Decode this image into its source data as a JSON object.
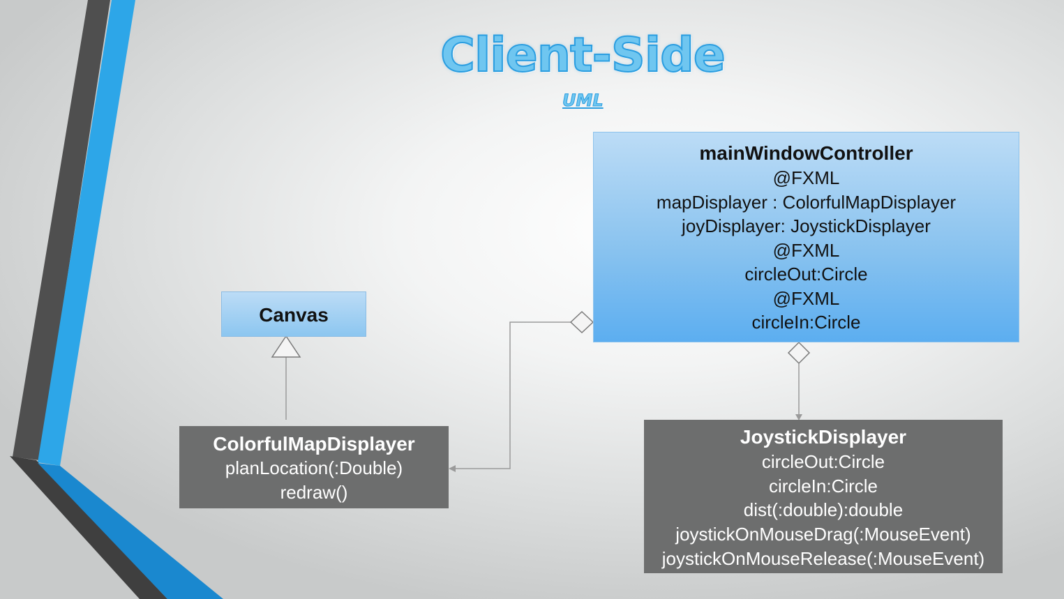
{
  "slide": {
    "title": "Client-Side",
    "subtitle": "UML"
  },
  "colors": {
    "accent_blue": "#2a9de0",
    "bar_dark": "#4a4a4a",
    "class_light_blue": "#8ac3ef",
    "class_dark_gray": "#6d6e6e"
  },
  "classes": {
    "canvas": {
      "name": "Canvas"
    },
    "main_window_controller": {
      "name": "mainWindowController",
      "lines": [
        "@FXML",
        "mapDisplayer : ColorfulMapDisplayer",
        "joyDisplayer: JoystickDisplayer",
        "@FXML",
        "circleOut:Circle",
        "@FXML",
        "circleIn:Circle"
      ]
    },
    "colorful_map_displayer": {
      "name": "ColorfulMapDisplayer",
      "lines": [
        "planLocation(:Double)",
        "redraw()"
      ]
    },
    "joystick_displayer": {
      "name": "JoystickDisplayer",
      "lines": [
        "circleOut:Circle",
        "circleIn:Circle",
        "dist(:double):double",
        "joystickOnMouseDrag(:MouseEvent)",
        "joystickOnMouseRelease(:MouseEvent)"
      ]
    }
  },
  "relations": [
    {
      "type": "inheritance",
      "from": "ColorfulMapDisplayer",
      "to": "Canvas"
    },
    {
      "type": "aggregation",
      "whole": "mainWindowController",
      "part": "ColorfulMapDisplayer"
    },
    {
      "type": "aggregation",
      "whole": "mainWindowController",
      "part": "JoystickDisplayer"
    }
  ]
}
